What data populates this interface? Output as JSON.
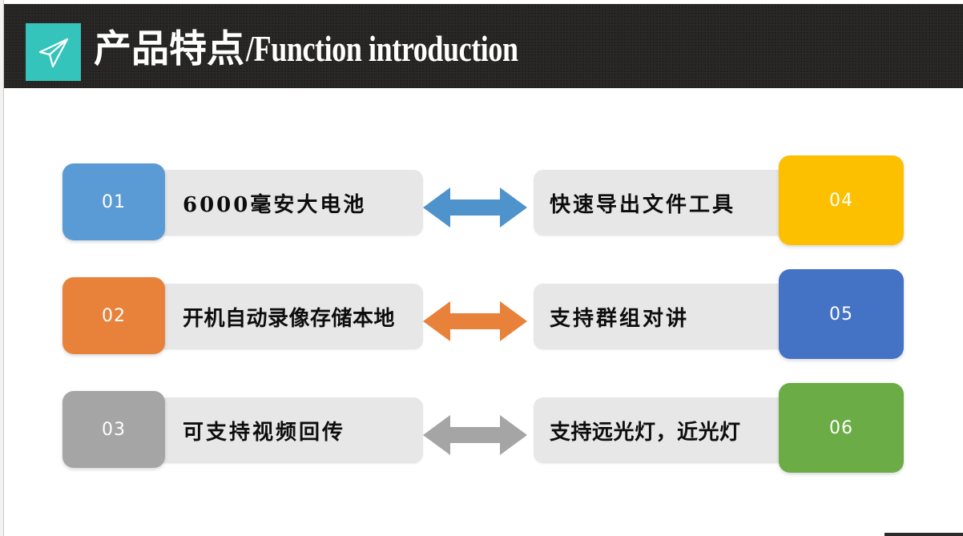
{
  "slide": {
    "background_color": "#ffffff",
    "header": {
      "background_color": "#262523",
      "icon_name": "paper-plane-icon",
      "icon_background_color": "#35c4bb",
      "title_cn": "产品特点",
      "title_separator": "/",
      "title_en": "Function introduction"
    },
    "rows": [
      {
        "left": {
          "number": "01",
          "badge_color": "#5b9bd5",
          "label": "6000毫安大电池",
          "label_spacing": "wide"
        },
        "arrow": {
          "name": "double-arrow-icon",
          "color": "#4f93cd"
        },
        "right": {
          "number": "04",
          "badge_color": "#fcc000",
          "label": "快速导出文件工具",
          "label_spacing": "wide"
        }
      },
      {
        "left": {
          "number": "02",
          "badge_color": "#e8823a",
          "label": "开机自动录像存储本地",
          "label_spacing": "tight"
        },
        "arrow": {
          "name": "double-arrow-icon",
          "color": "#e8823a"
        },
        "right": {
          "number": "05",
          "badge_color": "#4472c4",
          "label": "支持群组对讲",
          "label_spacing": "wide"
        }
      },
      {
        "left": {
          "number": "03",
          "badge_color": "#a5a5a5",
          "label": "可支持视频回传",
          "label_spacing": "wide"
        },
        "arrow": {
          "name": "double-arrow-icon",
          "color": "#a5a5a5"
        },
        "right": {
          "number": "06",
          "badge_color": "#6cac46",
          "label": "支持远光灯，近光灯",
          "label_spacing": "tight"
        }
      }
    ],
    "bar_color": "#e7e7e7"
  }
}
